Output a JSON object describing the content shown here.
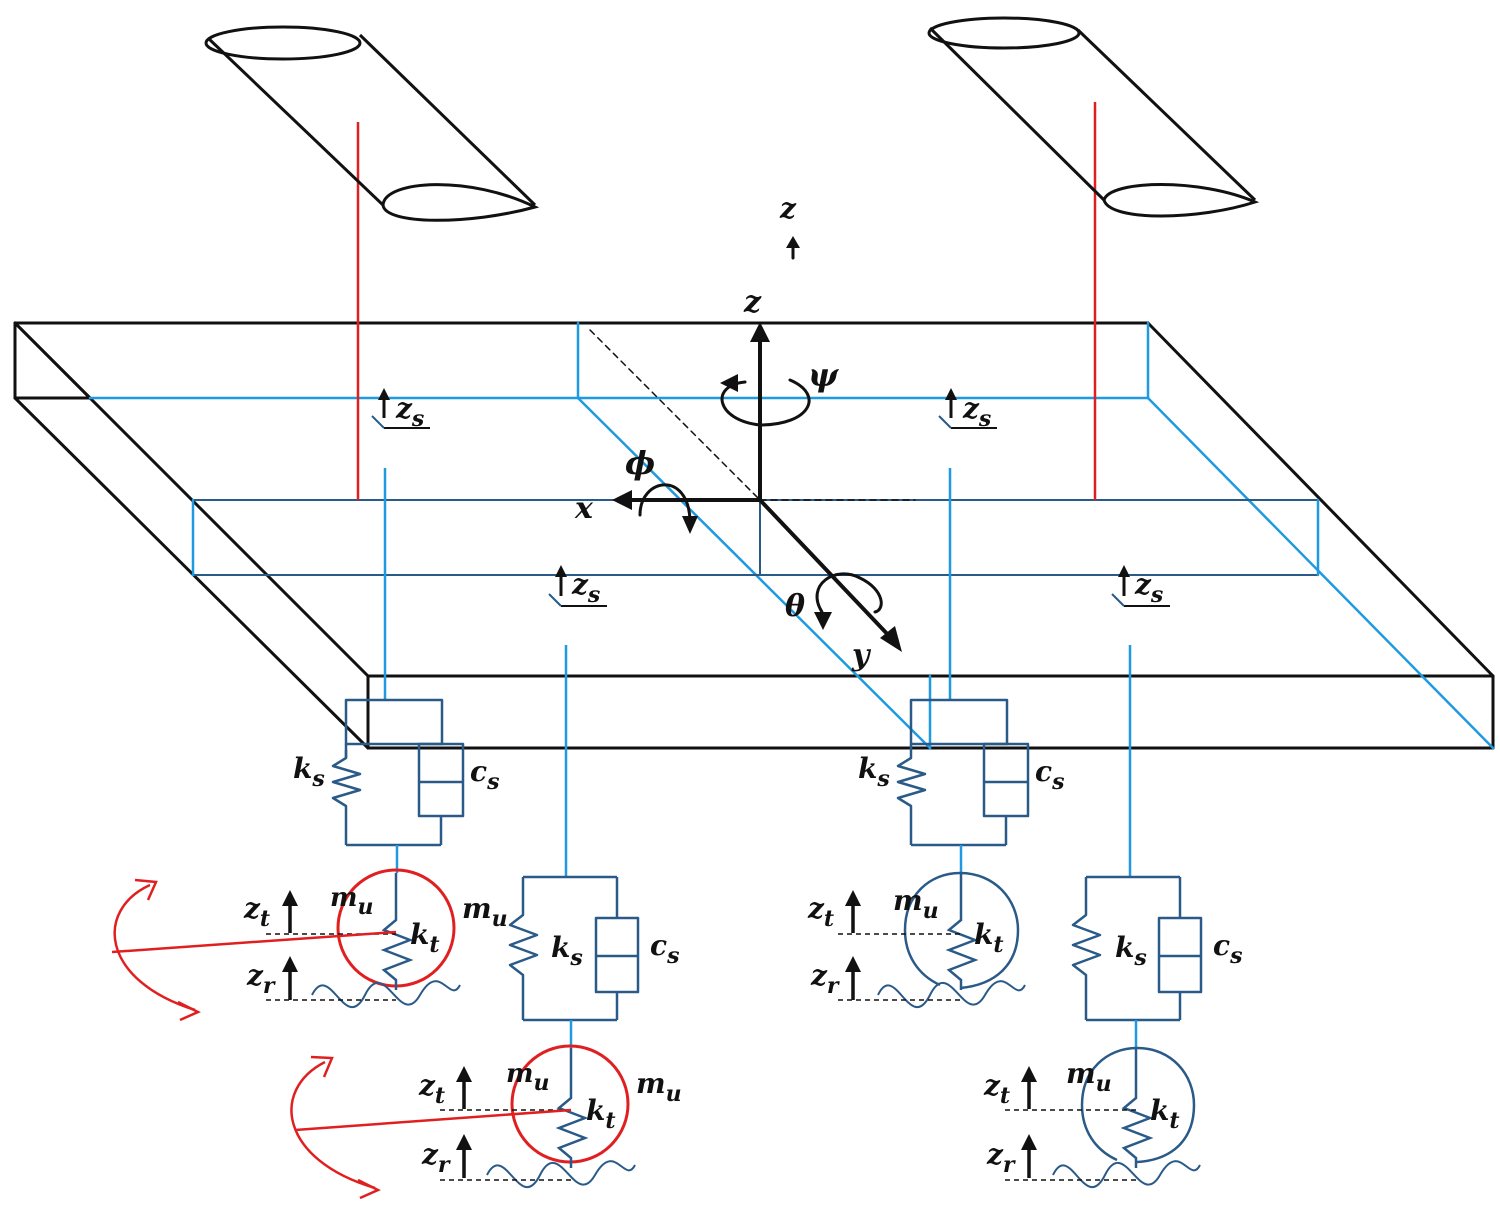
{
  "colors": {
    "black": "#111111",
    "blue": "#1f9ae0",
    "red": "#e02020",
    "dark_blue": "#2a5a88"
  },
  "labels": {
    "axes": {
      "x": "x",
      "y": "y",
      "z": "z",
      "z_top": "z",
      "phi": "ϕ",
      "theta": "θ",
      "psi": "ψ"
    },
    "z": "z",
    "k": "k",
    "c": "c",
    "m": "m",
    "s": "s",
    "t": "t",
    "r": "r",
    "u": "u"
  }
}
